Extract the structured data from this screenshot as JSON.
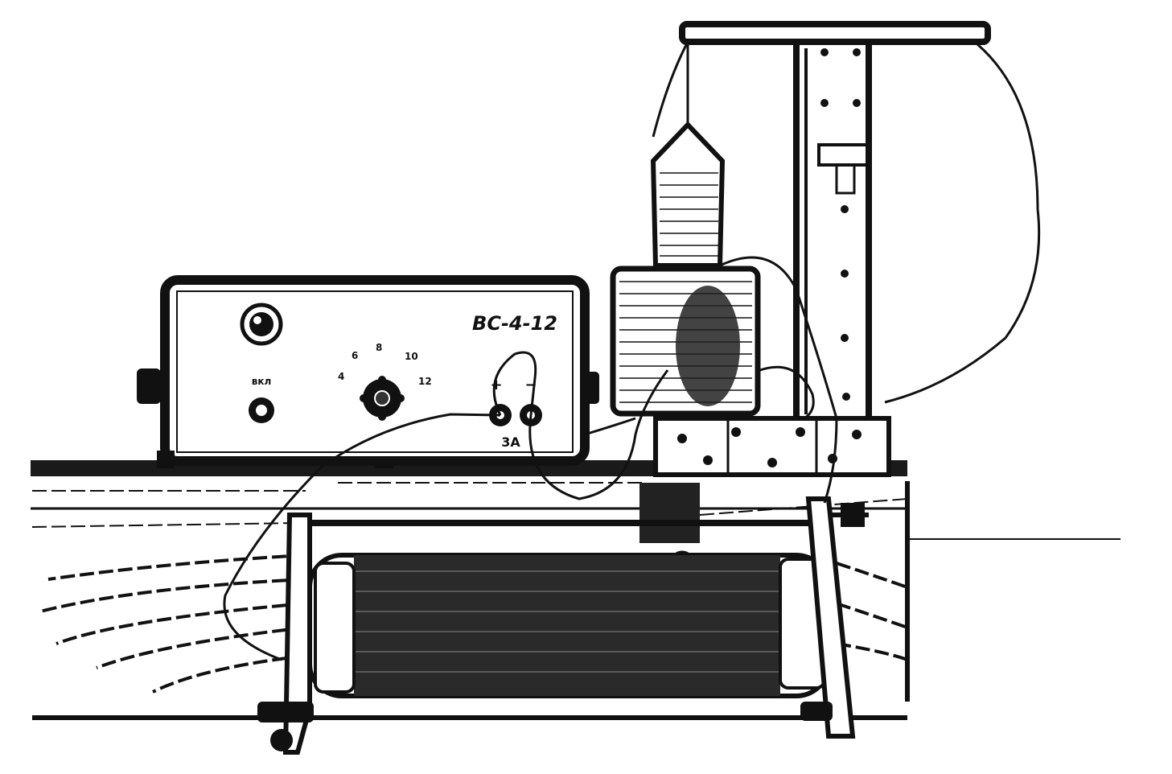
{
  "power_supply": {
    "model": "ВС-4-12",
    "switch_label": "вкл",
    "voltage_taps": [
      "4",
      "6",
      "8",
      "10",
      "12"
    ],
    "plus_label": "+",
    "minus_label": "−",
    "current_rating": "3А"
  },
  "colors": {
    "ink": "#111111",
    "paper": "#ffffff"
  }
}
